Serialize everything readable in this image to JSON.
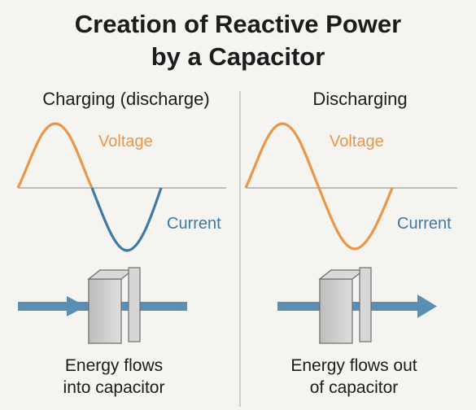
{
  "title_line1": "Creation of Reactive Power",
  "title_line2": "by a Capacitor",
  "panels": [
    {
      "heading": "Charging (discharge)",
      "voltage_label": "Voltage",
      "current_label": "Current",
      "caption_line1": "Energy flows",
      "caption_line2": "into capacitor",
      "arrow_direction": "into"
    },
    {
      "heading": "Discharging",
      "voltage_label": "Voltage",
      "current_label": "Current",
      "caption_line1": "Energy flows out",
      "caption_line2": "of capacitor",
      "arrow_direction": "out"
    }
  ],
  "colors": {
    "voltage": "#e8974a",
    "current": "#3d7aa6",
    "axis": "#9a9a9a",
    "plate": "#cfcfcf",
    "arrow": "#5a8fb3"
  }
}
